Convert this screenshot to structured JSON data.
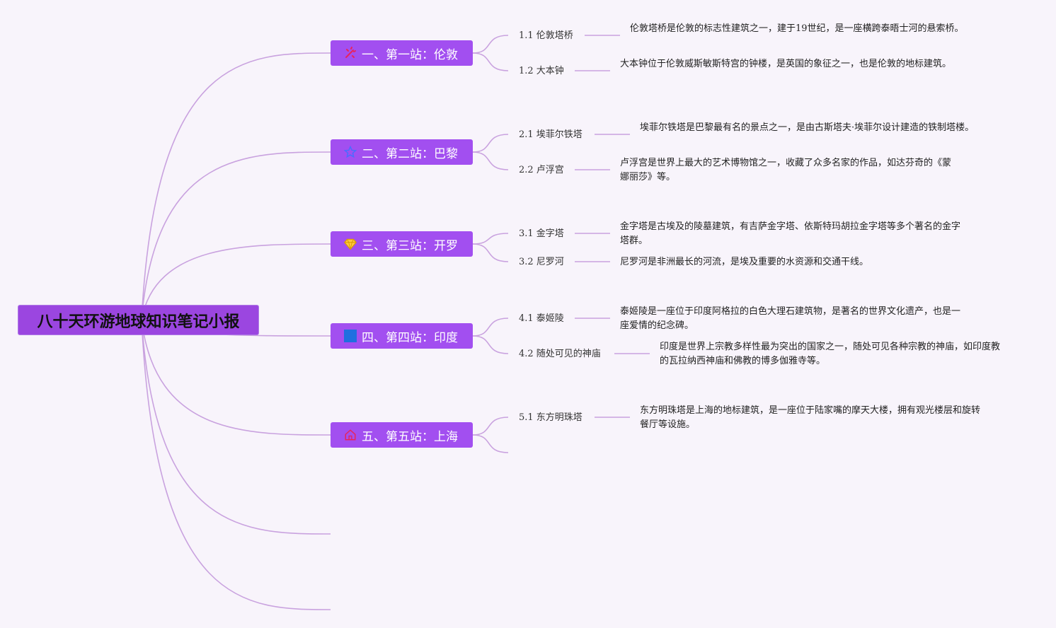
{
  "root": {
    "title": "八十天环游地球知识笔记小报"
  },
  "colors": {
    "branch_bg": "#a24ff0",
    "root_bg": "#9b46e0",
    "connector": "#c9a2df",
    "background": "#f8f4fb"
  },
  "branches": [
    {
      "label": "一、第一站：伦敦",
      "icon": "fireworks-icon",
      "leaves": [
        {
          "label": "1.1 伦敦塔桥",
          "desc": "伦敦塔桥是伦敦的标志性建筑之一，建于19世纪，是一座横跨泰晤士河的悬索桥。"
        },
        {
          "label": "1.2 大本钟",
          "desc": "大本钟位于伦敦威斯敏斯特宫的钟楼，是英国的象征之一，也是伦敦的地标建筑。"
        }
      ]
    },
    {
      "label": "二、第二站：巴黎",
      "icon": "star-icon",
      "leaves": [
        {
          "label": "2.1 埃菲尔铁塔",
          "desc": "埃菲尔铁塔是巴黎最有名的景点之一，是由古斯塔夫·埃菲尔设计建造的铁制塔楼。"
        },
        {
          "label": "2.2 卢浮宫",
          "desc": "卢浮宫是世界上最大的艺术博物馆之一，收藏了众多名家的作品，如达芬奇的《蒙娜丽莎》等。"
        }
      ]
    },
    {
      "label": "三、第三站：开罗",
      "icon": "diamond-icon",
      "leaves": [
        {
          "label": "3.1 金字塔",
          "desc": "金字塔是古埃及的陵墓建筑，有吉萨金字塔、依斯特玛胡拉金字塔等多个著名的金字塔群。"
        },
        {
          "label": "3.2 尼罗河",
          "desc": "尼罗河是非洲最长的河流，是埃及重要的水资源和交通干线。"
        }
      ]
    },
    {
      "label": "四、第四站：印度",
      "icon": "blue-square-icon",
      "leaves": [
        {
          "label": "4.1 泰姬陵",
          "desc": "泰姬陵是一座位于印度阿格拉的白色大理石建筑物，是著名的世界文化遗产，也是一座爱情的纪念碑。"
        },
        {
          "label": "4.2 随处可见的神庙",
          "desc": "印度是世界上宗教多样性最为突出的国家之一，随处可见各种宗教的神庙，如印度教的瓦拉纳西神庙和佛教的博多伽雅寺等。"
        }
      ]
    },
    {
      "label": "五、第五站：上海",
      "icon": "house-icon",
      "leaves": [
        {
          "label": "5.1 东方明珠塔",
          "desc": "东方明珠塔是上海的地标建筑，是一座位于陆家嘴的摩天大楼，拥有观光楼层和旋转餐厅等设施。"
        },
        {
          "label": "",
          "desc": ""
        }
      ]
    },
    {
      "label": "",
      "icon": "",
      "leaves": []
    },
    {
      "label": "",
      "icon": "",
      "leaves": []
    }
  ]
}
